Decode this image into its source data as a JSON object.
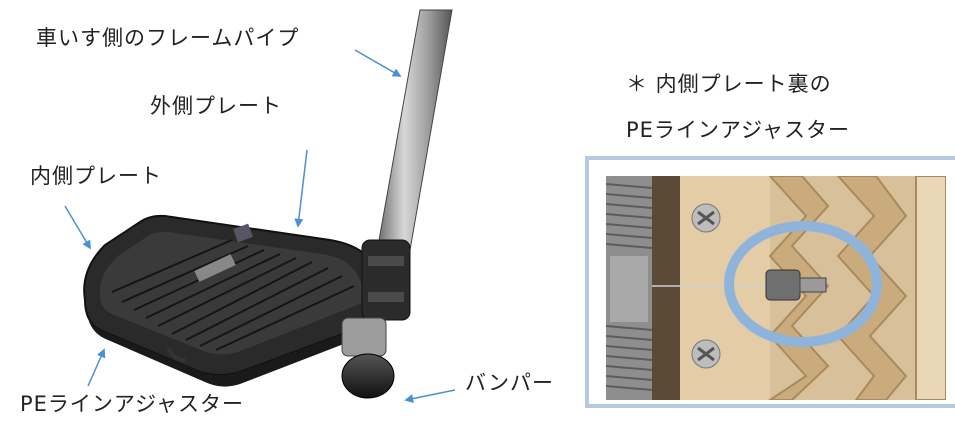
{
  "labels": {
    "frame_pipe": "車いす側のフレームパイプ",
    "outer_plate": "外側プレート",
    "inner_plate": "内側プレート",
    "pe_adjuster": "PEラインアジャスター",
    "bumper": "バンパー",
    "note_line1": "＊ 内側プレート裏の",
    "note_line2": "PEラインアジャスター"
  },
  "colors": {
    "arrow": "#4a90d9",
    "photo_border": "#b7c9e2",
    "highlight_ring": "#8fb4dc",
    "plate_dark": "#2a2a2a",
    "photo_wood": "#e0c9a2"
  }
}
